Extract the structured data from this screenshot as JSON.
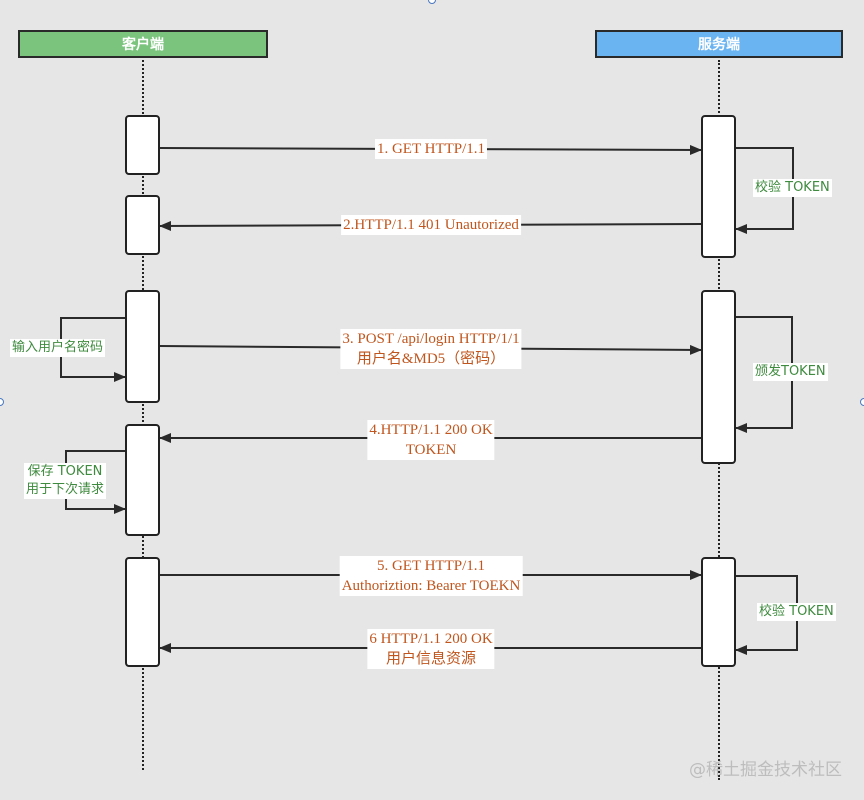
{
  "lanes": {
    "client": {
      "label": "客户端",
      "color": "#7ac47d"
    },
    "server": {
      "label": "服务端",
      "color": "#6ab4f2"
    }
  },
  "messages": {
    "m1": {
      "line1": "1. GET HTTP/1.1"
    },
    "m2": {
      "line1": "2.HTTP/1.1 401 Unautorized"
    },
    "m3": {
      "line1": "3. POST /api/login HTTP/1/1",
      "line2": "用户名&MD5（密码）"
    },
    "m4": {
      "line1": "4.HTTP/1.1 200 OK",
      "line2": "TOKEN"
    },
    "m5": {
      "line1": "5. GET HTTP/1.1",
      "line2": "Authoriztion: Bearer TOEKN"
    },
    "m6": {
      "line1": "6 HTTP/1.1 200 OK",
      "line2": "用户信息资源"
    }
  },
  "notes": {
    "verify1": "校验 TOKEN",
    "input": "输入用户名密码",
    "issue": "颁发TOKEN",
    "save_line1": "保存 TOKEN",
    "save_line2": "用于下次请求",
    "verify2": "校验 TOKEN"
  },
  "colors": {
    "message_text": "#c0561e",
    "note_text": "#3e8a3e",
    "line": "#2a2a2a"
  },
  "watermark": "@稀土掘金技术社区"
}
